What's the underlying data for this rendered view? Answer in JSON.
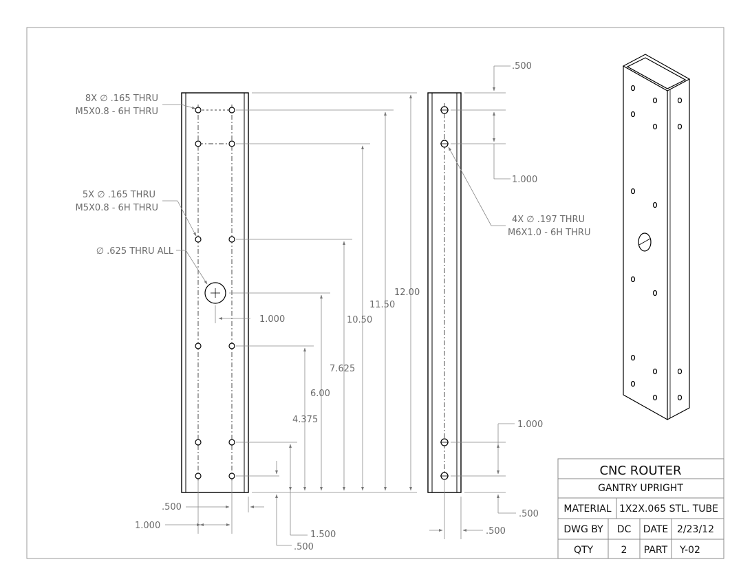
{
  "title_block": {
    "title": "CNC ROUTER",
    "subtitle": "GANTRY UPRIGHT",
    "material_label": "MATERIAL",
    "material_value": "1X2X.065 STL. TUBE",
    "dwg_by_label": "DWG BY",
    "dwg_by_value": "DC",
    "date_label": "DATE",
    "date_value": "2/23/12",
    "qty_label": "QTY",
    "qty_value": "2",
    "part_label": "PART",
    "part_value": "Y-02"
  },
  "front_view": {
    "note_holes_8x_line1": "8X  ∅ .165 THRU",
    "note_holes_8x_line2": "M5X0.8 - 6H THRU",
    "note_holes_5x_line1": "5X  ∅ .165 THRU",
    "note_holes_5x_line2": "M5X0.8 - 6H THRU",
    "note_large_hole": "∅ .625 THRU ALL",
    "dims": {
      "d_12_00": "12.00",
      "d_11_50": "11.50",
      "d_10_50": "10.50",
      "d_7_625": "7.625",
      "d_6_00": "6.00",
      "d_4_375": "4.375",
      "d_1_000_hole": "1.000",
      "d_500_bottom": ".500",
      "d_1_500_bottom": "1.500",
      "d_500_left": ".500",
      "d_1_000_left": "1.000"
    }
  },
  "side_view": {
    "note_line1": "4X  ∅ .197 THRU",
    "note_line2": "M6X1.0 - 6H THRU",
    "dims": {
      "d_500_top": ".500",
      "d_1_000_top": "1.000",
      "d_1_000_bottom": "1.000",
      "d_500_bottom": ".500",
      "d_500_width": ".500"
    }
  }
}
